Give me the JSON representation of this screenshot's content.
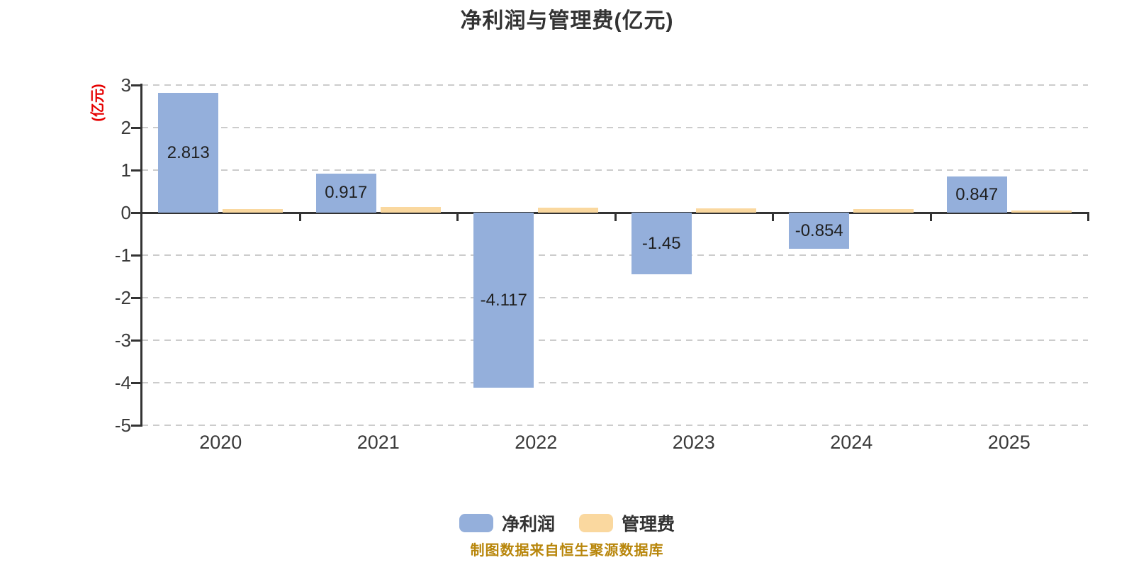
{
  "title": "净利润与管理费(亿元)",
  "y_axis_unit": "(亿元)",
  "legend": {
    "items": [
      {
        "label": "净利润",
        "color": "#94AFDB"
      },
      {
        "label": "管理费",
        "color": "#FAD89F"
      }
    ]
  },
  "footer": {
    "source_note": "制图数据来自恒生聚源数据库"
  },
  "colors": {
    "background": "#ffffff",
    "title_text": "#333333",
    "axis": "#333333",
    "gridline": "#cccccc",
    "tick_text": "#3a3a3a",
    "bar_net_profit": "#94AFDB",
    "bar_mgmt_fee": "#FAD89F",
    "value_label_text": "#1f1f1f",
    "y_unit_text": "#e60000",
    "footer_text": "#b8860b"
  },
  "chart_data": {
    "type": "bar",
    "title": "净利润与管理费(亿元)",
    "ylabel": "(亿元)",
    "categories": [
      "2020",
      "2021",
      "2022",
      "2023",
      "2024",
      "2025"
    ],
    "series": [
      {
        "name": "净利润",
        "color": "#94AFDB",
        "values": [
          2.813,
          0.917,
          -4.117,
          -1.45,
          -0.854,
          0.847
        ],
        "labels": [
          "2.813",
          "0.917",
          "-4.117",
          "-1.45",
          "-0.854",
          "0.847"
        ]
      },
      {
        "name": "管理费",
        "color": "#FAD89F",
        "values": [
          0.09,
          0.13,
          0.11,
          0.1,
          0.08,
          0.05
        ],
        "labels": [
          "",
          "",
          "",
          "",
          "",
          ""
        ]
      }
    ],
    "ylim": [
      -5,
      3
    ],
    "yticks": [
      3,
      2,
      1,
      0,
      -1,
      -2,
      -3,
      -4,
      -5
    ],
    "grid": "dashed-horizontal",
    "legend_position": "bottom"
  }
}
